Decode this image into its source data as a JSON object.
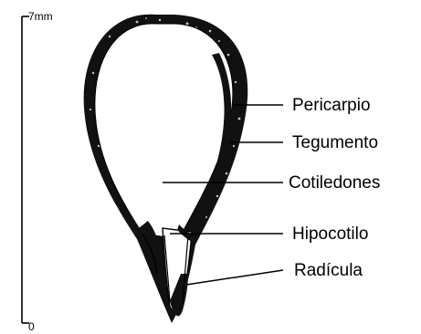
{
  "scale": {
    "top_label": "7mm",
    "bottom_label": "0"
  },
  "labels": {
    "pericarpio": "Pericarpio",
    "tegumento": "Tegumento",
    "cotiledones": "Cotiledones",
    "hipocotilo": "Hipocotilo",
    "radicula": "Radícula"
  },
  "colors": {
    "ink": "#000000",
    "paper": "#ffffff"
  }
}
